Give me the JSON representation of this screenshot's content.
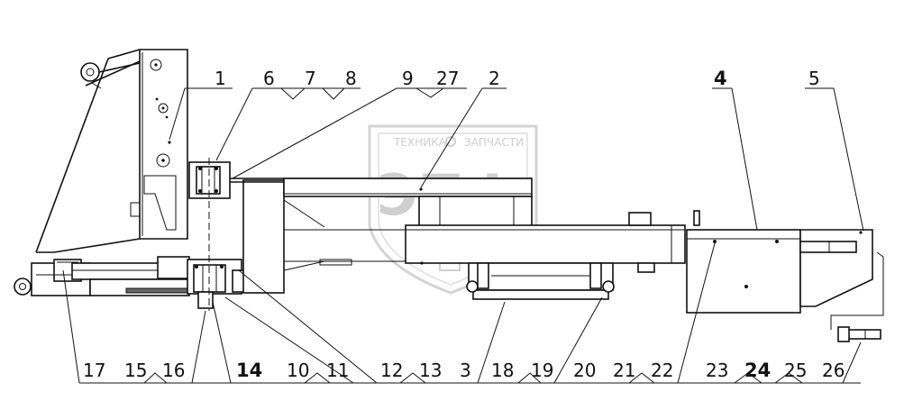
{
  "watermark": {
    "tagline_left": "ТЕХНИКА",
    "tagline_right": "ЗАПЧАСТИ",
    "brand": "ЭПФ",
    "color": "#cfcfcf"
  },
  "callouts_top": [
    {
      "id": "top-1",
      "text": "1",
      "bold": false
    },
    {
      "id": "top-6",
      "text": "6",
      "bold": false
    },
    {
      "id": "top-7",
      "text": "7",
      "bold": false
    },
    {
      "id": "top-8",
      "text": "8",
      "bold": false
    },
    {
      "id": "top-9",
      "text": "9",
      "bold": false
    },
    {
      "id": "top-27",
      "text": "27",
      "bold": false
    },
    {
      "id": "top-2",
      "text": "2",
      "bold": false
    },
    {
      "id": "top-4",
      "text": "4",
      "bold": true
    },
    {
      "id": "top-5",
      "text": "5",
      "bold": false
    }
  ],
  "callouts_bottom": [
    {
      "id": "bot-17",
      "text": "17",
      "bold": false
    },
    {
      "id": "bot-15",
      "text": "15",
      "bold": false
    },
    {
      "id": "bot-16",
      "text": "16",
      "bold": false
    },
    {
      "id": "bot-14",
      "text": "14",
      "bold": true
    },
    {
      "id": "bot-10",
      "text": "10",
      "bold": false
    },
    {
      "id": "bot-11",
      "text": "11",
      "bold": false
    },
    {
      "id": "bot-12",
      "text": "12",
      "bold": false
    },
    {
      "id": "bot-13",
      "text": "13",
      "bold": false
    },
    {
      "id": "bot-3",
      "text": "3",
      "bold": false
    },
    {
      "id": "bot-18",
      "text": "18",
      "bold": false
    },
    {
      "id": "bot-19",
      "text": "19",
      "bold": false
    },
    {
      "id": "bot-20",
      "text": "20",
      "bold": false
    },
    {
      "id": "bot-21",
      "text": "21",
      "bold": false
    },
    {
      "id": "bot-22",
      "text": "22",
      "bold": false
    },
    {
      "id": "bot-23",
      "text": "23",
      "bold": false
    },
    {
      "id": "bot-24",
      "text": "24",
      "bold": true
    },
    {
      "id": "bot-25",
      "text": "25",
      "bold": false
    },
    {
      "id": "bot-26",
      "text": "26",
      "bold": false
    }
  ]
}
